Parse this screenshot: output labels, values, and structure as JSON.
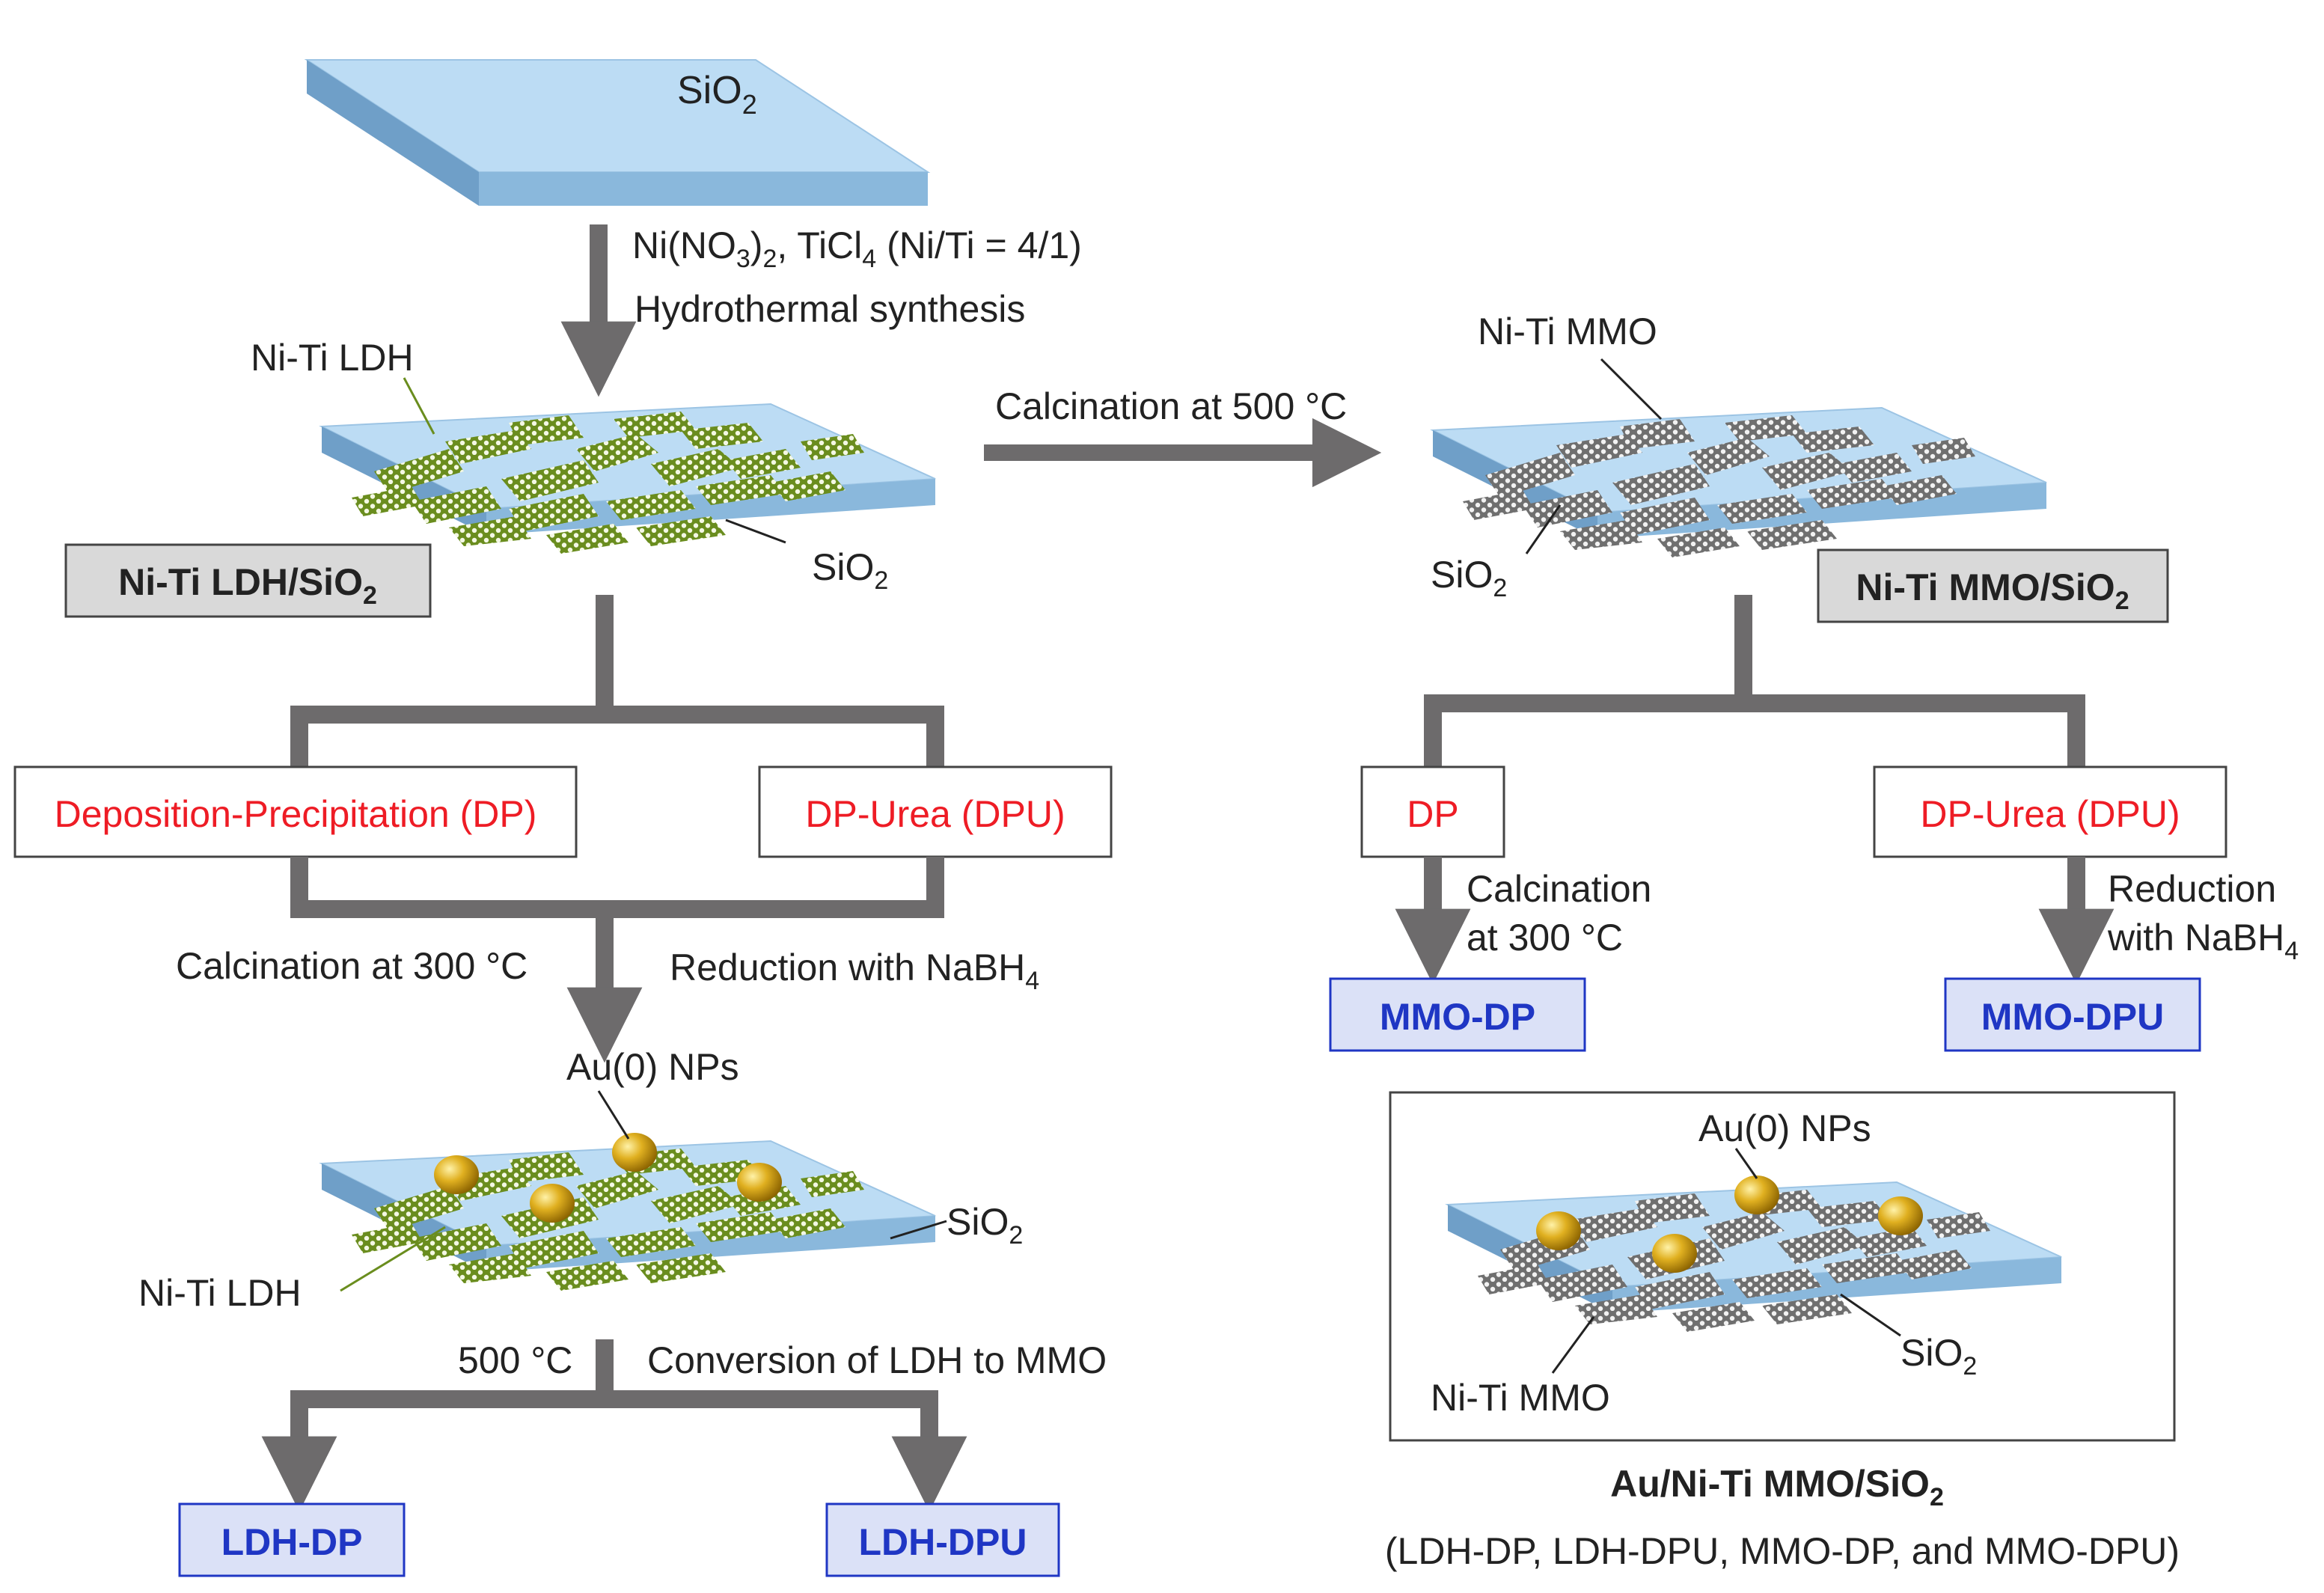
{
  "colors": {
    "arrow": "#6d6b6c",
    "silica_top": "#bcdcf4",
    "silica_front": "#8ab8dc",
    "silica_side": "#6f9fc8",
    "ldh": "#6a8d1e",
    "mmo": "#7b7b7b",
    "gold": "#c99a10",
    "method_text": "#ee1c25",
    "product_text": "#1f36c4",
    "product_fill": "#dbe1f7",
    "material_fill": "#d9d9d9"
  },
  "substrate": {
    "label_base": "SiO",
    "label_sub": "2"
  },
  "step1": {
    "line1": {
      "a": "Ni(NO",
      "b": "3",
      "c": ")",
      "d": "2",
      "e": ", TiCl",
      "f": "4",
      "g": " (Ni/Ti = 4/1)"
    },
    "line2": "Hydrothermal  synthesis"
  },
  "ldh_plate": {
    "ldh_label": "Ni-Ti LDH",
    "sio2_base": "SiO",
    "sio2_sub": "2",
    "box_base": "Ni-Ti LDH/SiO",
    "box_sub": "2"
  },
  "calcination_500": "Calcination at 500 °C",
  "mmo_plate": {
    "mmo_label": "Ni-Ti MMO",
    "sio2_base": "SiO",
    "sio2_sub": "2",
    "box_base": "Ni-Ti MMO/SiO",
    "box_sub": "2"
  },
  "left_branch": {
    "method_dp": "Deposition-Precipitation (DP)",
    "method_dpu": "DP-Urea (DPU)",
    "calc_300": "Calcination at 300 °C",
    "reduction_base": "Reduction with NaBH",
    "reduction_sub": "4"
  },
  "au_plate": {
    "au_label": "Au(0) NPs",
    "sio2_base": "SiO",
    "sio2_sub": "2",
    "ldh_label": "Ni-Ti LDH"
  },
  "conversion": {
    "temp": "500 °C",
    "text": "Conversion of LDH to MMO"
  },
  "left_products": {
    "ldh_dp": "LDH-DP",
    "ldh_dpu": "LDH-DPU"
  },
  "right_branch": {
    "method_dp": "DP",
    "method_dpu": "DP-Urea (DPU)",
    "calc_line1": "Calcination",
    "calc_line2": "at 300 °C",
    "red_line1": "Reduction",
    "red_line2_base": "with NaBH",
    "red_line2_sub": "4"
  },
  "right_products": {
    "mmo_dp": "MMO-DP",
    "mmo_dpu": "MMO-DPU"
  },
  "final_panel": {
    "au_label": "Au(0) NPs",
    "sio2_base": "SiO",
    "sio2_sub": "2",
    "mmo_label": "Ni-Ti MMO",
    "title_base": "Au/Ni-Ti MMO/SiO",
    "title_sub": "2",
    "subtitle": "(LDH-DP, LDH-DPU, MMO-DP, and MMO-DPU)"
  }
}
